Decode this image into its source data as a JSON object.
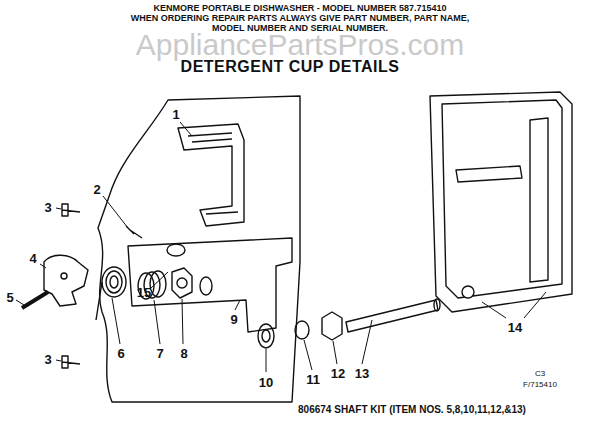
{
  "diagram": {
    "title": "DETERGENT CUP DETAILS",
    "labels": [
      "KENMORE PORTABLE DISHWASHER - MODEL NUMBER 587.715410",
      "WHEN ORDERING REPAIR PARTS ALWAYS GIVE PART NUMBER, PART NAME,",
      "MODEL NUMBER AND SERIAL NUMBER.",
      "AppliancePartsPros.com",
      "1",
      "2",
      "3",
      "3",
      "4",
      "5",
      "6",
      "7",
      "8",
      "9",
      "10",
      "11",
      "12",
      "13",
      "14",
      "15",
      "C3",
      "F/715410",
      "806674 SHAFT KIT (ITEM NOS. 5,8,10,11,12,&13)"
    ]
  }
}
